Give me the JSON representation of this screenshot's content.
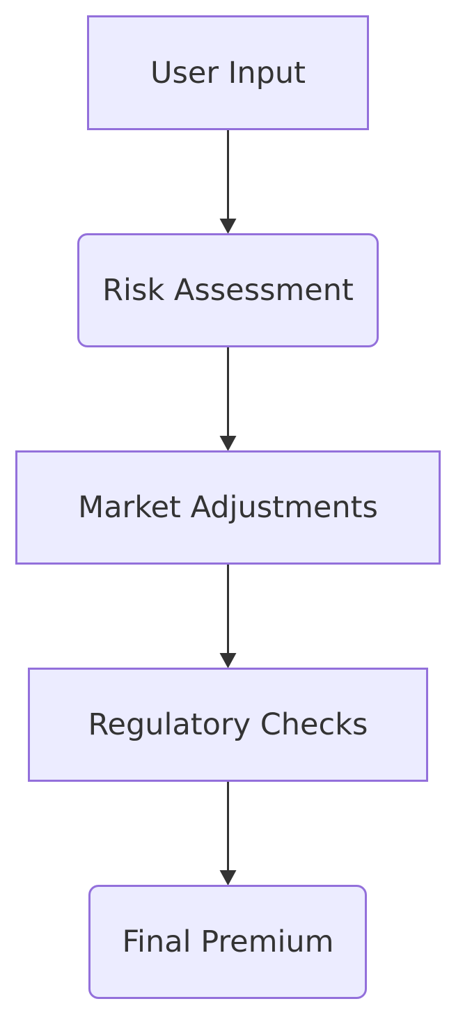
{
  "colors": {
    "node_fill": "#ECECFF",
    "node_stroke": "#9370DB",
    "text": "#333333",
    "edge": "#333333"
  },
  "nodes": [
    {
      "id": "user-input",
      "label": "User Input",
      "shape": "rect"
    },
    {
      "id": "risk-assessment",
      "label": "Risk Assessment",
      "shape": "rounded"
    },
    {
      "id": "market-adjustments",
      "label": "Market Adjustments",
      "shape": "rect"
    },
    {
      "id": "regulatory-checks",
      "label": "Regulatory Checks",
      "shape": "rect"
    },
    {
      "id": "final-premium",
      "label": "Final Premium",
      "shape": "rounded"
    }
  ],
  "edges": [
    {
      "from": "user-input",
      "to": "risk-assessment"
    },
    {
      "from": "risk-assessment",
      "to": "market-adjustments"
    },
    {
      "from": "market-adjustments",
      "to": "regulatory-checks"
    },
    {
      "from": "regulatory-checks",
      "to": "final-premium"
    }
  ]
}
